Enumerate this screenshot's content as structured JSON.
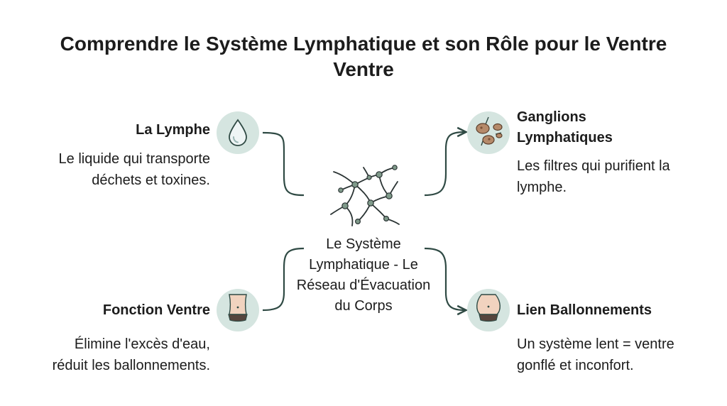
{
  "title": "Comprendre le Système Lymphatique et son Rôle pour le Ventre Ventre",
  "center": {
    "label": "Le Système Lymphatique - Le Réseau d'Évacuation du Corps",
    "icon": "lymph-network-icon"
  },
  "nodes": {
    "lymphe": {
      "heading": "La Lymphe",
      "line1": "Le liquide qui transporte",
      "line2": "déchets et toxines.",
      "icon": "droplet-icon"
    },
    "ganglions": {
      "heading1": "Ganglions",
      "heading2": "Lymphatiques",
      "line1": "Les filtres qui purifient la",
      "line2": "lymphe.",
      "icon": "lymph-nodes-icon"
    },
    "ventre": {
      "heading": "Fonction Ventre",
      "line1": "Élimine l'excès d'eau,",
      "line2": "réduit les ballonnements.",
      "icon": "flat-belly-icon"
    },
    "ballonnements": {
      "heading": "Lien Ballonnements",
      "line1": "Un système lent = ventre",
      "line2": "gonflé et inconfort.",
      "icon": "bloated-belly-icon"
    }
  },
  "colors": {
    "connector": "#2f4a44",
    "icon_bg": "#d5e5e0",
    "node_fill": "#7f9a8a",
    "text": "#1c1c1c"
  }
}
